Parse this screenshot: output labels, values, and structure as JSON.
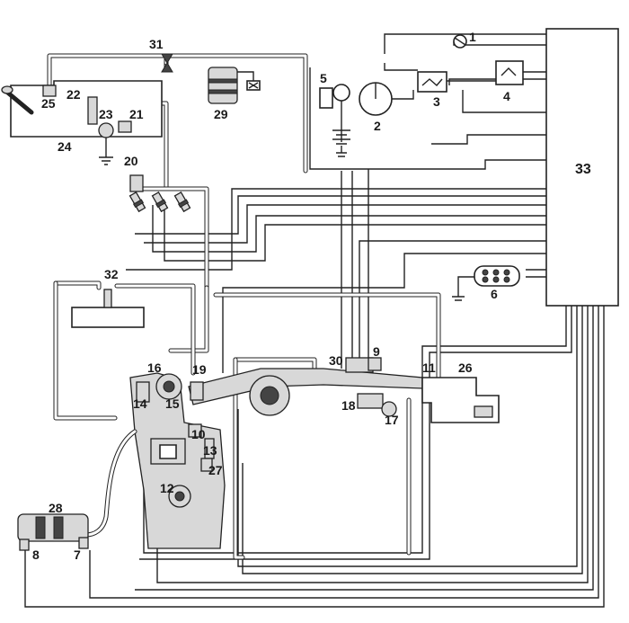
{
  "ecu_label": "33",
  "callouts": {
    "c1": "1",
    "c2": "2",
    "c3": "3",
    "c4": "4",
    "c5": "5",
    "c6": "6",
    "c7": "7",
    "c8": "8",
    "c9": "9",
    "c10": "10",
    "c11": "11",
    "c12": "12",
    "c13": "13",
    "c14": "14",
    "c15": "15",
    "c16": "16",
    "c17": "17",
    "c18": "18",
    "c19": "19",
    "c20": "20",
    "c21": "21",
    "c22": "22",
    "c23": "23",
    "c24": "24",
    "c25": "25",
    "c26": "26",
    "c27": "27",
    "c28": "28",
    "c29": "29",
    "c30": "30",
    "c31": "31",
    "c32": "32"
  }
}
